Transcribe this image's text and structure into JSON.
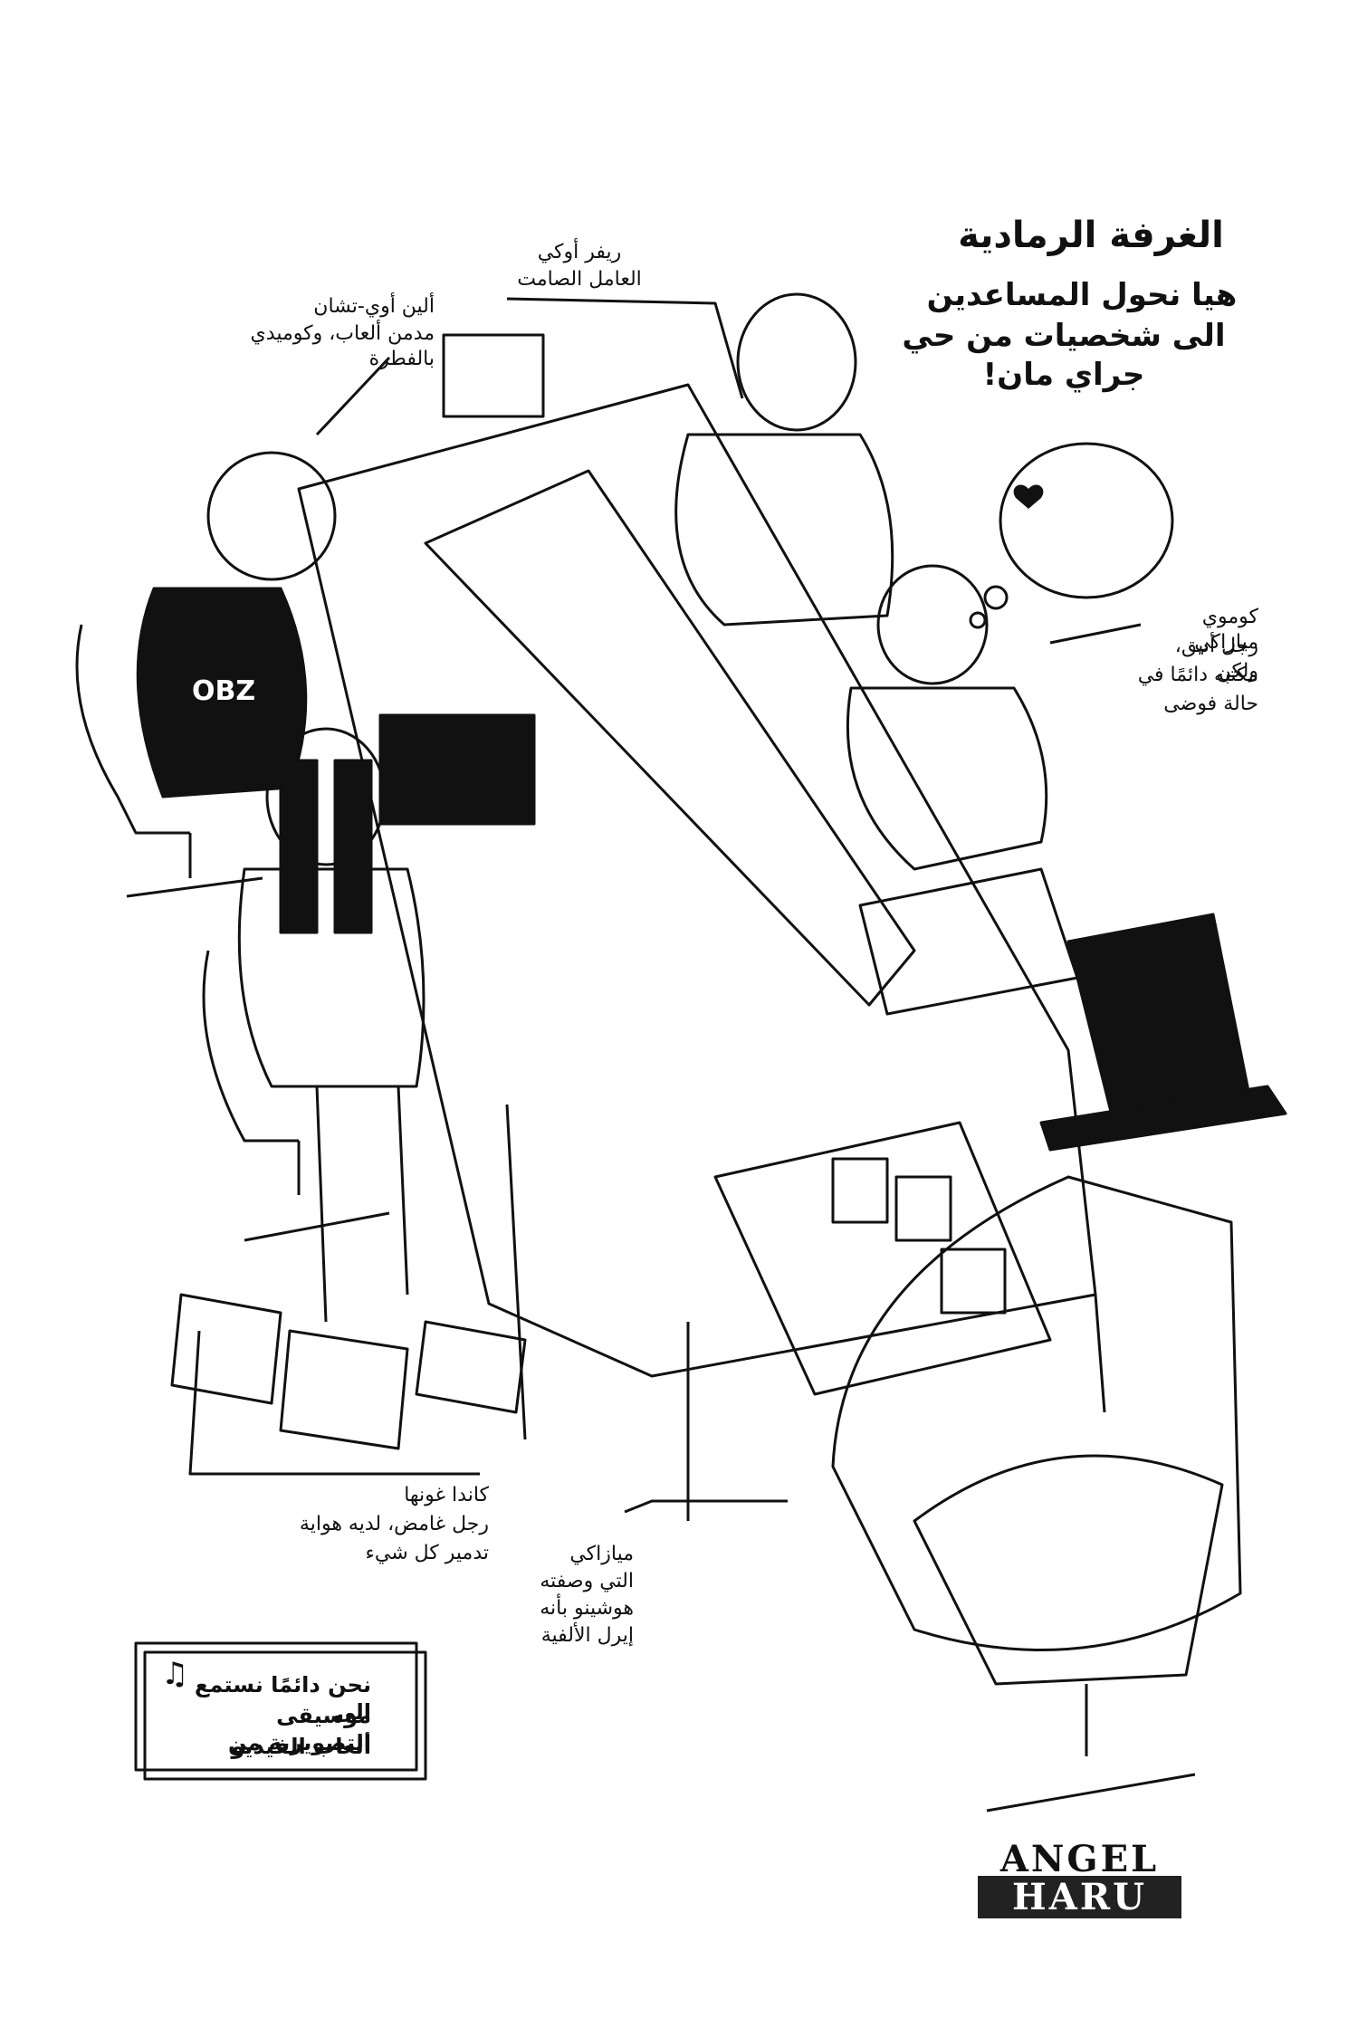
{
  "header": {
    "title": "الغرفة الرمادية",
    "subtitle_line1": "هيا نحول المساعدين",
    "subtitle_line2": "الى شخصيات من حي جراي مان!"
  },
  "captions": {
    "alien": {
      "name": "ألين أوي-تشان",
      "desc": "مدمن ألعاب، وكوميدي بالفطرة"
    },
    "river": {
      "name": "ريفر أوكي",
      "desc": "العامل الصامت"
    },
    "komoi": {
      "line1": "كوموي ميازاكي",
      "line2": "رجل أنيق، ولكن",
      "line3": "مكتبه دائمًا في",
      "line4": "حالة فوضى"
    },
    "kanda": {
      "line1": "كاندا غونها",
      "line2": "رجل غامض، لديه هواية",
      "line3": "تدمير كل شيء"
    },
    "miyazaki": {
      "line1": "ميازاكي",
      "line2": "التي وصفته",
      "line3": "هوشينو بأنه",
      "line4": "إيرل الألفية"
    }
  },
  "note": {
    "line1": "نحن دائمًا نستمع الى",
    "line2": "موسيقى التصويرية من",
    "line3": "ألعاب الفيديو"
  },
  "labels": {
    "jacket": "OBZ"
  },
  "watermark": {
    "line1": "ANGEL",
    "line2": "HARU"
  },
  "icons": {
    "music": "music-note-icon",
    "heart": "heart-icon"
  }
}
